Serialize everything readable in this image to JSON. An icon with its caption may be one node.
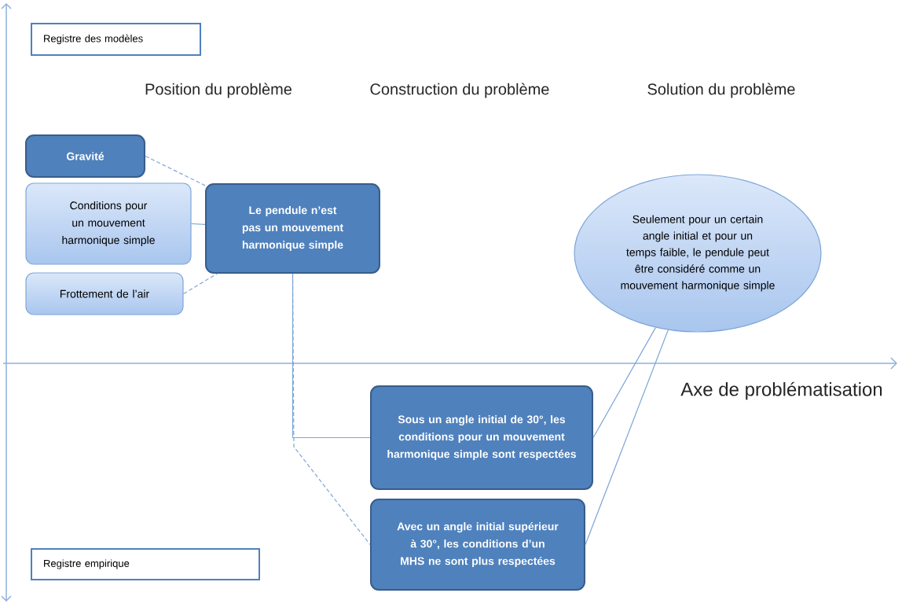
{
  "diagram": {
    "nodes": [
      {
        "text": [
          "Registre des modèles"
        ]
      },
      {
        "text": [
          "Gravité"
        ]
      },
      {
        "text": [
          "Conditions pour un mouvement harmonique simple"
        ]
      },
      {
        "text": [
          "Le pendule n’est pas un mouvement harmonique simple"
        ]
      },
      {
        "text": [
          "Frottement de l’air"
        ]
      },
      {
        "text": [
          "Seulement pour un certain angle initial et pour un temps faible, le pendule peut être considéré comme un mouvement harmonique simple"
        ]
      },
      {
        "text": [
          "Sous un angle initial de 30°, les conditions pour un mouvement harmonique simple sont respectées"
        ]
      },
      {
        "text": [
          "Avec un angle initial supérieur à 30°, les conditions d’un MHS ne sont plus respectées"
        ]
      },
      {
        "text": [
          "Registre empirique"
        ]
      }
    ],
    "edges": [
      {
        "from": 1,
        "to": 3,
        "arrow": "none",
        "style": "dashed"
      },
      {
        "from": 2,
        "to": 3,
        "arrow": "none"
      },
      {
        "from": 4,
        "to": 3,
        "arrow": "none",
        "style": "dashed"
      },
      {
        "from": 3,
        "to": 6,
        "arrow": "none"
      },
      {
        "from": 3,
        "to": 7,
        "arrow": "none",
        "style": "dashed"
      },
      {
        "from": 6,
        "to": 5,
        "arrow": "none"
      },
      {
        "from": 7,
        "to": 5,
        "arrow": "none"
      }
    ],
    "labels": [
      "Position du problème",
      "Construction du problème",
      "Solution du problème",
      "Axe de problématisation"
    ]
  }
}
